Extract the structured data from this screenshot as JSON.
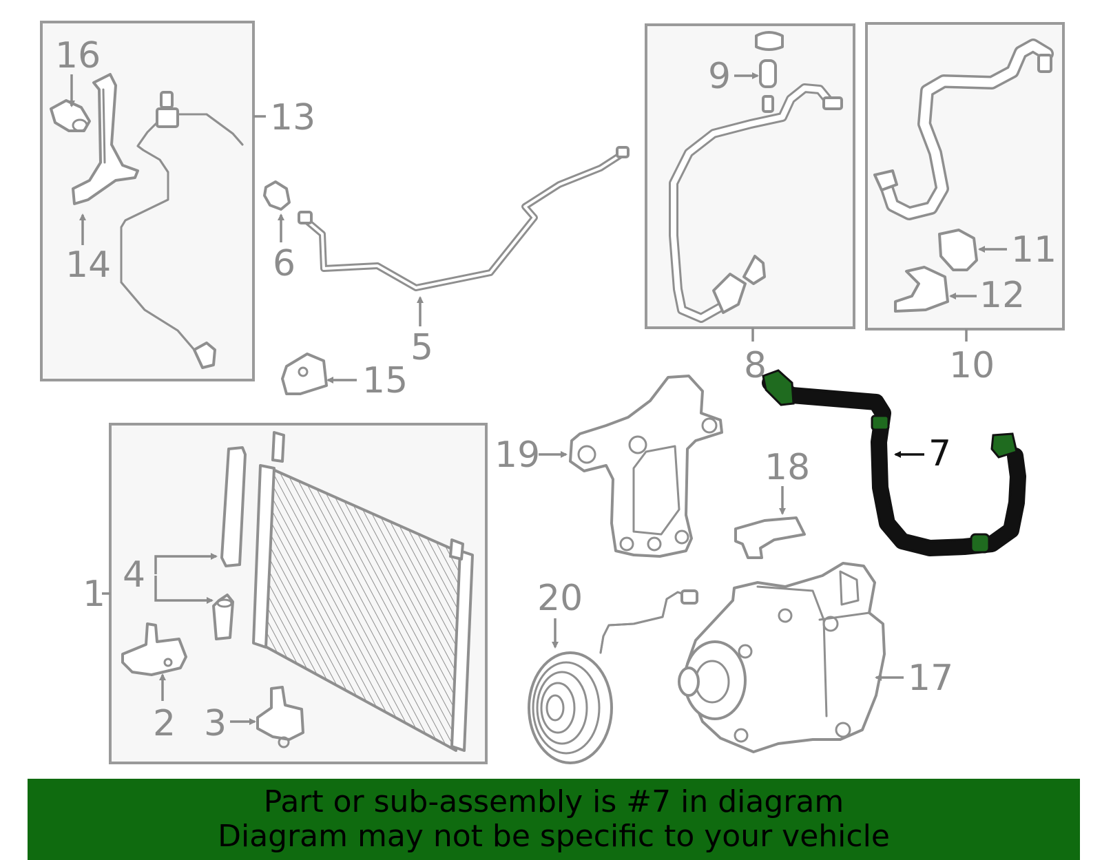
{
  "colors": {
    "highlight": "#1f6b1f",
    "banner": "#0f6b0f",
    "part_line": "#8f8f8f",
    "box_fill": "#f7f7f7"
  },
  "callouts": {
    "c1": "1",
    "c2": "2",
    "c3": "3",
    "c4": "4",
    "c5": "5",
    "c6": "6",
    "c7": "7",
    "c8": "8",
    "c9": "9",
    "c10": "10",
    "c11": "11",
    "c12": "12",
    "c13": "13",
    "c14": "14",
    "c15": "15",
    "c16": "16",
    "c17": "17",
    "c18": "18",
    "c19": "19",
    "c20": "20"
  },
  "highlighted_part": "7",
  "banner": {
    "line1": "Part or sub-assembly is #7 in diagram",
    "line2": "Diagram may not be specific to your vehicle"
  }
}
